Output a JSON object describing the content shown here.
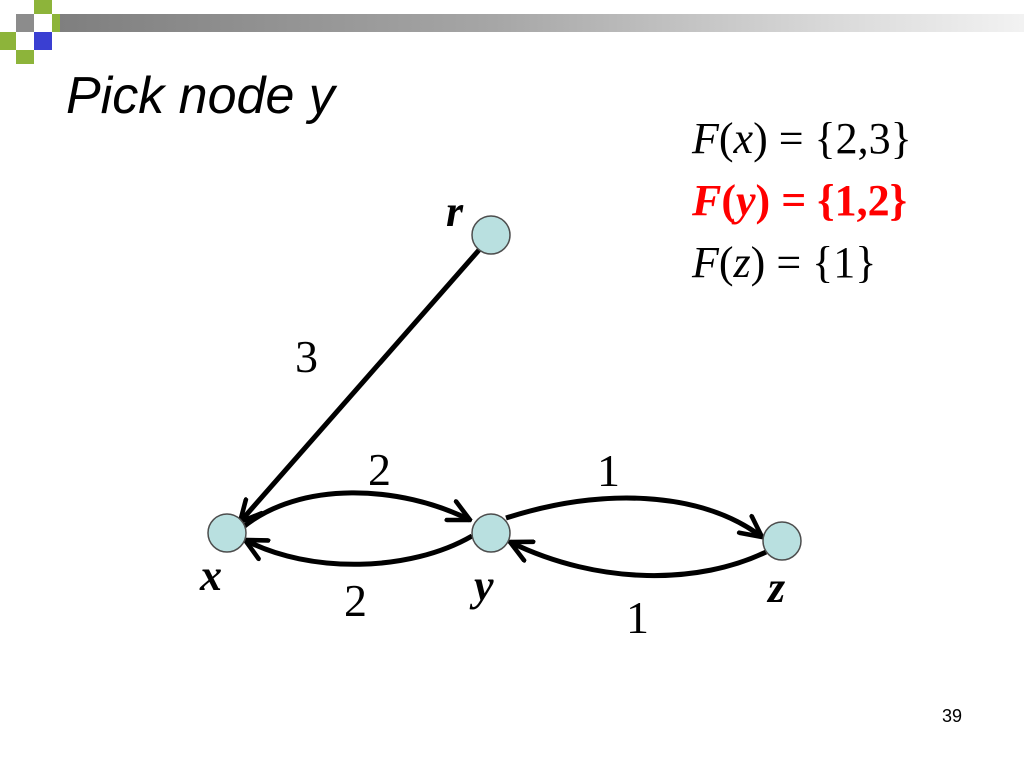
{
  "slide": {
    "title": "Pick node y",
    "page_number": "39"
  },
  "colors": {
    "node_fill": "#b9e0e0",
    "highlight": "#ff0000",
    "deco_green": "#8db43a",
    "deco_blue": "#3a3fd2",
    "deco_gray": "#8c8c8c"
  },
  "formulas": [
    {
      "f": "F",
      "open": "(",
      "var": "x",
      "rest": ") = {2,3}",
      "highlight": false
    },
    {
      "f": "F",
      "open": "(",
      "var": "y",
      "rest": ") = {1,2}",
      "highlight": true
    },
    {
      "f": "F",
      "open": "(",
      "var": "z",
      "rest": ") = {1}",
      "highlight": false
    }
  ],
  "graph": {
    "nodes": [
      {
        "id": "r",
        "label": "r"
      },
      {
        "id": "x",
        "label": "x"
      },
      {
        "id": "y",
        "label": "y"
      },
      {
        "id": "z",
        "label": "z"
      }
    ],
    "edges": [
      {
        "from": "r",
        "to": "x",
        "weight": "3"
      },
      {
        "from": "x",
        "to": "y",
        "weight": "2"
      },
      {
        "from": "y",
        "to": "x",
        "weight": "2"
      },
      {
        "from": "y",
        "to": "z",
        "weight": "1"
      },
      {
        "from": "z",
        "to": "y",
        "weight": "1"
      }
    ]
  }
}
